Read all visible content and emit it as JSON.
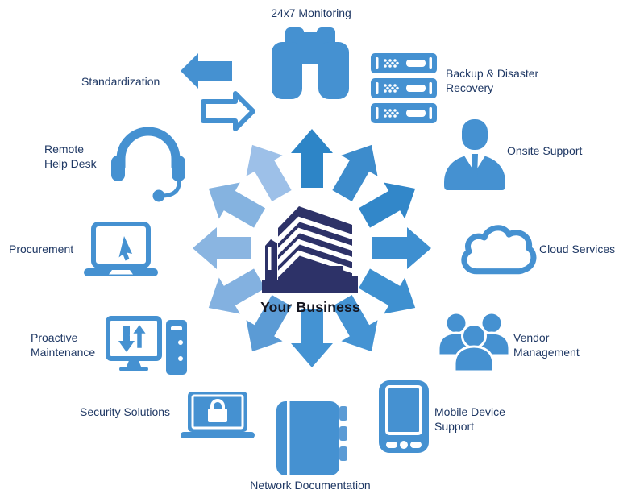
{
  "diagram": {
    "center": {
      "label": "Your Business",
      "icon": "office-building-icon"
    },
    "services": [
      {
        "label": "24x7 Monitoring",
        "icon": "binoculars-icon"
      },
      {
        "label": "Backup & Disaster Recovery",
        "icon": "server-stack-icon"
      },
      {
        "label": "Onsite Support",
        "icon": "business-person-icon"
      },
      {
        "label": "Cloud Services",
        "icon": "cloud-icon"
      },
      {
        "label": "Vendor Management",
        "icon": "people-group-icon"
      },
      {
        "label": "Mobile Device Support",
        "icon": "smartphone-icon"
      },
      {
        "label": "Network Documentation",
        "icon": "notebook-icon"
      },
      {
        "label": "Security Solutions",
        "icon": "laptop-padlock-icon"
      },
      {
        "label": "Proactive Maintenance",
        "icon": "desktop-pc-icon"
      },
      {
        "label": "Procurement",
        "icon": "laptop-cursor-icon"
      },
      {
        "label": "Remote Help Desk",
        "icon": "headset-icon"
      },
      {
        "label": "Standardization",
        "icon": "swap-arrows-icon"
      }
    ]
  },
  "colors": {
    "icon": "#4591d1",
    "iconLight": "#5b9bd5",
    "navy": "#2d3268",
    "label": "#1f3864",
    "title": "#15151f"
  },
  "arrows": [
    {
      "position": "12-oclock",
      "color": "#2d85c7"
    },
    {
      "position": "1-oclock",
      "color": "#3d8ccc"
    },
    {
      "position": "2-oclock",
      "color": "#3287c9"
    },
    {
      "position": "3-oclock",
      "color": "#3e8fd0"
    },
    {
      "position": "4-oclock",
      "color": "#3e90d0"
    },
    {
      "position": "5-oclock",
      "color": "#4493d3"
    },
    {
      "position": "6-oclock",
      "color": "#4493d3"
    },
    {
      "position": "7-oclock",
      "color": "#5b9bd5"
    },
    {
      "position": "8-oclock",
      "color": "#83b1e0"
    },
    {
      "position": "9-oclock",
      "color": "#8ab5e1"
    },
    {
      "position": "10-oclock",
      "color": "#85b3e0"
    },
    {
      "position": "11-oclock",
      "color": "#9dc0e8"
    }
  ]
}
